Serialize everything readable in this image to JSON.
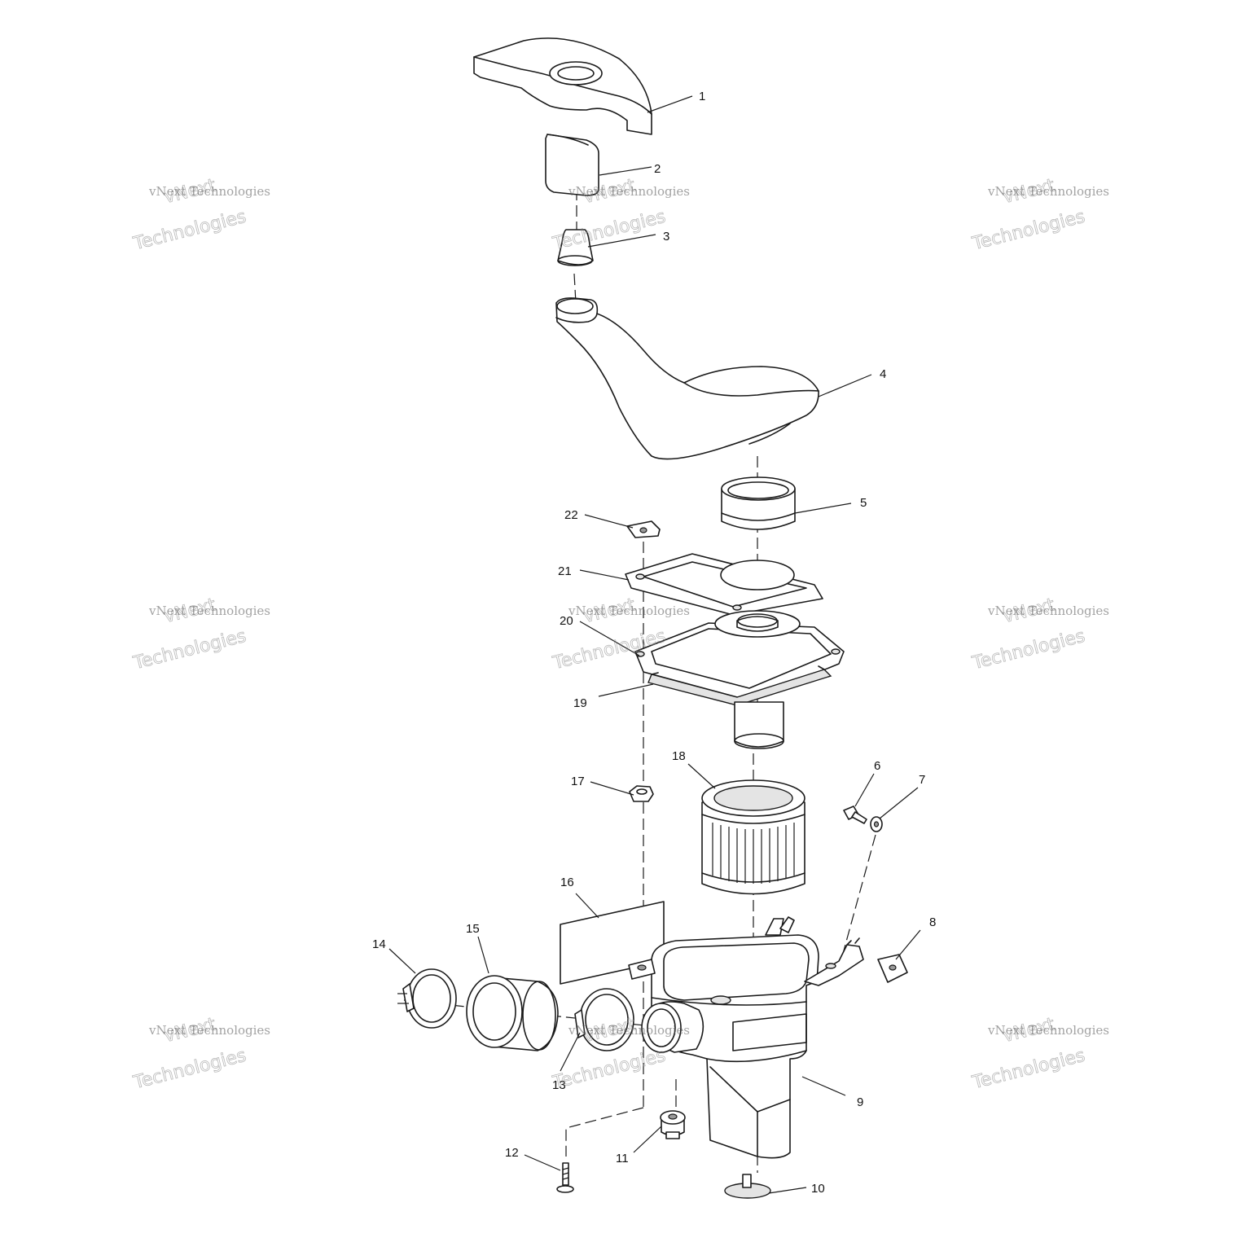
{
  "callouts": [
    "1",
    "2",
    "3",
    "4",
    "5",
    "6",
    "7",
    "8",
    "9",
    "10",
    "11",
    "12",
    "13",
    "14",
    "15",
    "16",
    "17",
    "18",
    "19",
    "20",
    "21",
    "22"
  ],
  "watermark": {
    "line_small": "vNext Technologies",
    "line_big_1": "vNext",
    "line_big_2": "Technologies"
  }
}
